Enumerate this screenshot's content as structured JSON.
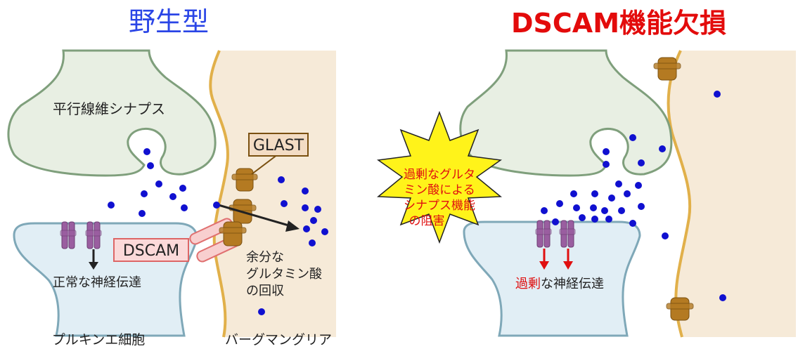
{
  "wild_type": {
    "title": "野生型",
    "title_color": "#2a45e6",
    "parallel_fiber_label": "平行線維シナプス",
    "glast_label": "GLAST",
    "dscam_label": "DSCAM",
    "normal_transmission_label": "正常な神経伝達",
    "uptake_label_lines": [
      "余分な",
      "グルタミン酸",
      "の回収"
    ],
    "purkinje_label": "プルキンエ細胞",
    "bergmann_label": "バーグマングリア"
  },
  "loss": {
    "title": "DSCAM機能欠損",
    "title_color": "#e30b0b",
    "burst_lines": [
      "過剰なグルタ",
      "ミン酸による",
      "シナプス機能",
      "の阻害"
    ],
    "excess_prefix": "過剰",
    "excess_suffix": "な神経伝達"
  },
  "colors": {
    "neuron_fill": "#e8efe3",
    "neuron_stroke": "#7f9f7c",
    "purkinje_fill": "#e1eef5",
    "purkinje_stroke": "#7fa8b8",
    "glia_fill": "#f6ead8",
    "glia_stroke": "#e1b04a",
    "glutamate": "#1010d0",
    "receptor": "#9a5ea0",
    "transporter": "#b47a22",
    "dscam_fill": "#f8cfcf",
    "dscam_stroke": "#e07070",
    "burst_fill": "#fff31a"
  }
}
